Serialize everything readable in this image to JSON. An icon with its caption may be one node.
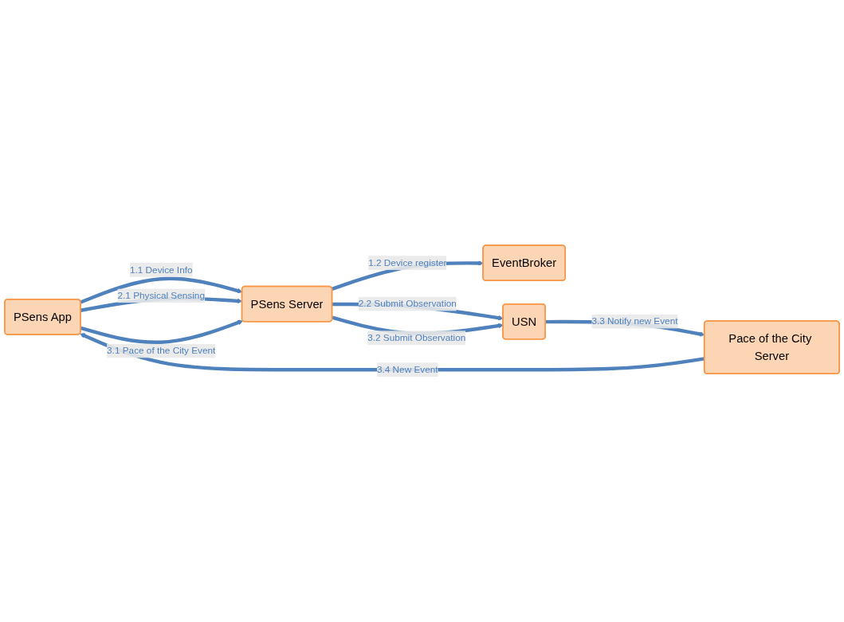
{
  "diagram": {
    "nodes": [
      {
        "text": [
          "PSens App"
        ]
      },
      {
        "text": [
          "PSens Server"
        ]
      },
      {
        "text": [
          "EventBroker"
        ]
      },
      {
        "text": [
          "USN"
        ]
      },
      {
        "text": [
          "Pace of the City Server"
        ]
      }
    ],
    "edges": [
      {
        "from": 0,
        "to": 1,
        "arrow": "to",
        "label": "1.1 Device Info"
      },
      {
        "from": 1,
        "to": 2,
        "arrow": "to",
        "label": "1.2 Device register"
      },
      {
        "from": 0,
        "to": 1,
        "arrow": "to",
        "label": "2.1 Physical Sensing"
      },
      {
        "from": 1,
        "to": 3,
        "arrow": "to",
        "label": "2.2 Submit Observation"
      },
      {
        "from": 0,
        "to": 1,
        "arrow": "to",
        "label": "3.1 Pace of the City Event"
      },
      {
        "from": 1,
        "to": 3,
        "arrow": "to",
        "label": "3.2 Submit Observation"
      },
      {
        "from": 3,
        "to": 4,
        "arrow": "to",
        "label": "3.3 Notify new Event"
      },
      {
        "from": 4,
        "to": 0,
        "arrow": "to",
        "label": "3.4 New Event"
      }
    ]
  }
}
